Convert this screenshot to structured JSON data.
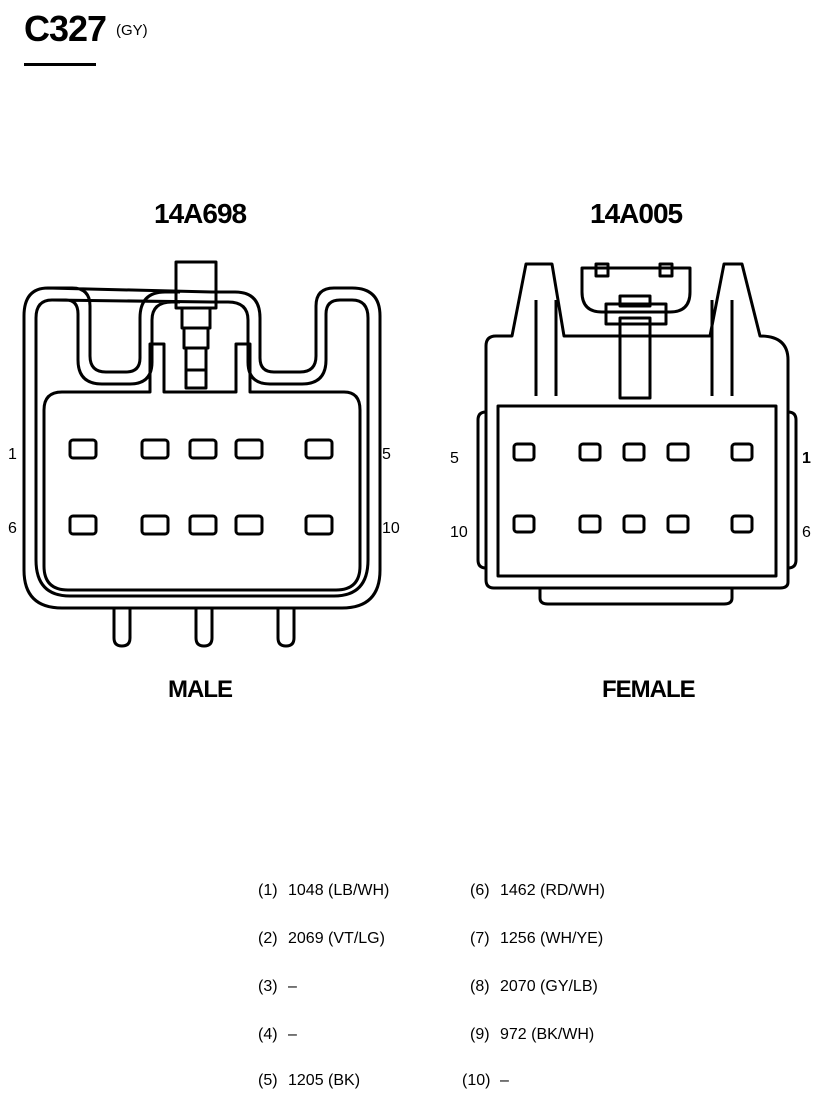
{
  "connector": {
    "title": "C327",
    "color_code": "(GY)"
  },
  "male": {
    "part_number": "14A698",
    "gender_label": "MALE",
    "pin_labels": {
      "top_left": "1",
      "top_right": "5",
      "bottom_left": "6",
      "bottom_right": "10"
    }
  },
  "female": {
    "part_number": "14A005",
    "gender_label": "FEMALE",
    "pin_labels": {
      "top_left": "5",
      "top_right": "1",
      "bottom_left": "10",
      "bottom_right": "6"
    }
  },
  "pinout": [
    {
      "pin": "(1)",
      "circuit": "1048 (LB/WH)"
    },
    {
      "pin": "(2)",
      "circuit": "2069 (VT/LG)"
    },
    {
      "pin": "(3)",
      "circuit": "–"
    },
    {
      "pin": "(4)",
      "circuit": "–"
    },
    {
      "pin": "(5)",
      "circuit": "1205 (BK)"
    },
    {
      "pin": "(6)",
      "circuit": "1462 (RD/WH)"
    },
    {
      "pin": "(7)",
      "circuit": "1256 (WH/YE)"
    },
    {
      "pin": "(8)",
      "circuit": "2070 (GY/LB)"
    },
    {
      "pin": "(9)",
      "circuit": "972 (BK/WH)"
    },
    {
      "pin": "(10)",
      "circuit": "–"
    }
  ]
}
